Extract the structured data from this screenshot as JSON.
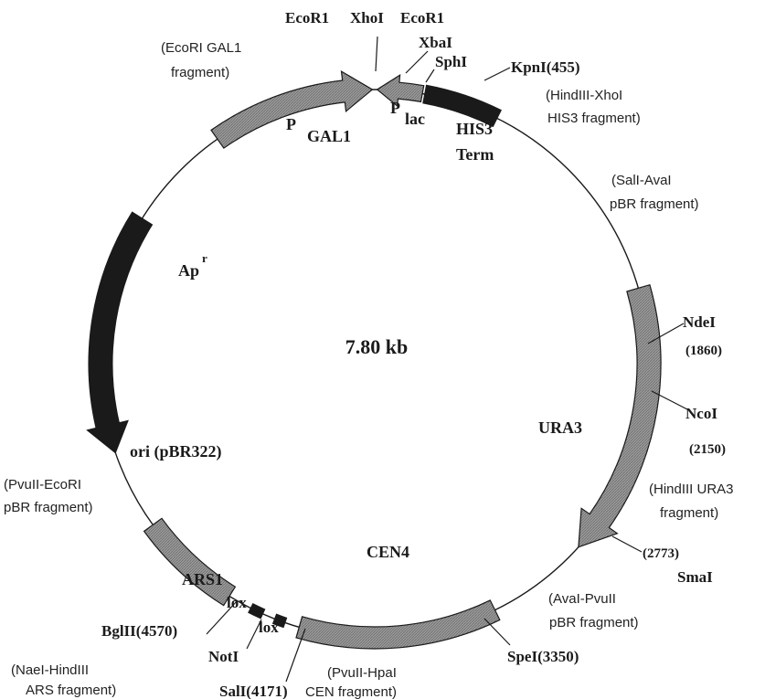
{
  "title": "7.80 kb",
  "colors": {
    "line": "#1a1a1a",
    "dark_segment": "#1a1a1a",
    "grey_segment": "#8c8c8c"
  },
  "features": {
    "pgal1": {
      "label_main": "P",
      "label_sub": "GAL1"
    },
    "plac": {
      "label_main": "P",
      "label_sub": "lac"
    },
    "his3": {
      "line1": "HIS3",
      "line2": "Term"
    },
    "apr": {
      "label_main": "Ap",
      "label_sup": "r"
    },
    "ura3": {
      "label": "URA3"
    },
    "cen4": {
      "label": "CEN4"
    },
    "ars1": {
      "label": "ARS1"
    },
    "ori": {
      "label": "ori (pBR322)"
    },
    "lox1": {
      "label": "lox"
    },
    "lox2": {
      "label": "lox"
    }
  },
  "sites": {
    "ecor1_a": "EcoR1",
    "xhoi": "XhoI",
    "ecor1_b": "EcoR1",
    "xbai": "XbaI",
    "sphi": "SphI",
    "kpni": "KpnI(455)",
    "ndei": "NdeI",
    "ndei_pos": "(1860)",
    "ncoi": "NcoI",
    "ncoi_pos": "(2150)",
    "smai_pos": "(2773)",
    "smai": "SmaI",
    "spei": "SpeI(3350)",
    "sali": "SalI(4171)",
    "noti": "NotI",
    "bglii": "BglII(4570)"
  },
  "fragments": {
    "ecori_gal1": [
      "(EcoRI GAL1",
      "fragment)"
    ],
    "hindiii_xhoi": [
      "(HindIII-XhoI",
      "HIS3 fragment)"
    ],
    "sali_aval": [
      "(SalI-AvaI",
      "pBR fragment)"
    ],
    "hindiii_ura3": [
      "(HindIII URA3",
      "fragment)"
    ],
    "aval_pvuii": [
      "(AvaI-PvuII",
      "pBR fragment)"
    ],
    "pvuii_hpai": [
      "(PvuII-HpaI",
      "CEN fragment)"
    ],
    "naei_hindiii": [
      "(NaeI-HindIII",
      "ARS fragment)"
    ],
    "pvuii_ecori": [
      "(PvuII-EcoRI",
      "pBR fragment)"
    ]
  }
}
